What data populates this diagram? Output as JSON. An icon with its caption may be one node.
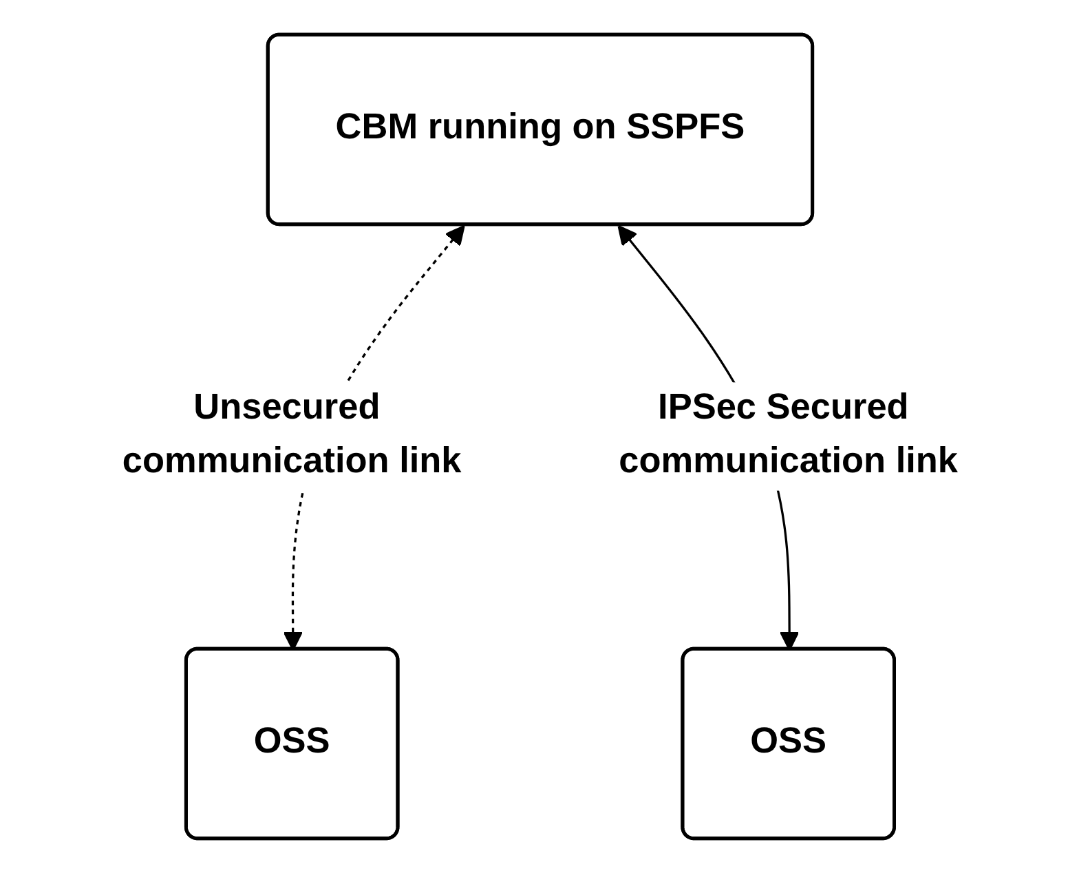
{
  "diagram": {
    "nodes": [
      {
        "text": [
          "CBM running on SSPFS"
        ]
      },
      {
        "text": [
          "OSS"
        ]
      },
      {
        "text": [
          "OSS"
        ]
      }
    ],
    "edges": [
      {
        "from": 0,
        "to": 1,
        "arrow": "both",
        "style": "dashed",
        "label": "Unsecured communication link"
      },
      {
        "from": 0,
        "to": 2,
        "arrow": "both",
        "label": "IPSec Secured communication link"
      }
    ]
  }
}
